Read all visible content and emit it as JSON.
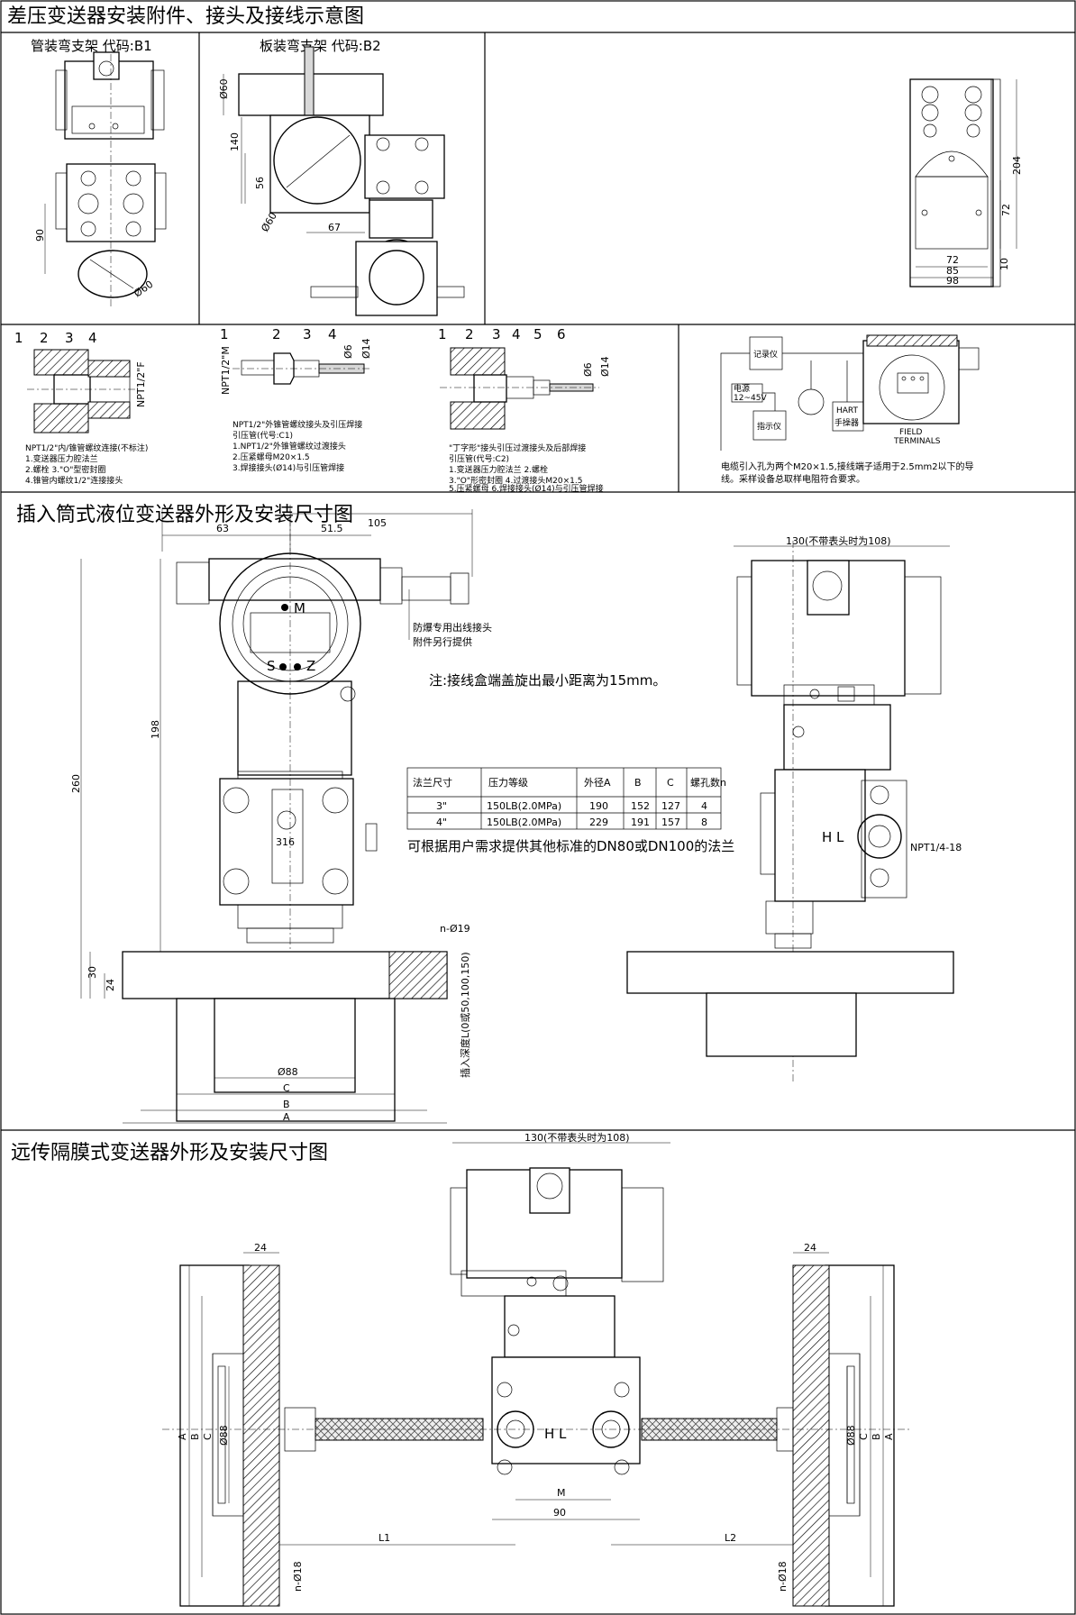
{
  "sections": {
    "accessories_title": "差压变送器安装附件、接头及接线示意图",
    "insert_title": "插入筒式液位变送器外形及安装尺寸图",
    "remote_title": "远传隔膜式变送器外形及安装尺寸图"
  },
  "brackets": {
    "pipe": "管装弯支架  代码:B1",
    "plate": "板装弯支架  代码:B2",
    "dims_b2": [
      "Ø60",
      "140",
      "56",
      "Ø60",
      "67"
    ],
    "dims_b1": [
      "90",
      "Ø60"
    ],
    "plate_dims": [
      "204",
      "72",
      "72",
      "85",
      "98",
      "10"
    ]
  },
  "fittings": {
    "a_numbers": [
      "1",
      "2",
      "3",
      "4"
    ],
    "a_thread": "NPT1/2\"F",
    "a_notes": [
      "NPT1/2\"内/锥管螺纹连接(不标注)",
      "1.变送器压力腔法兰",
      "2.螺栓       3.\"O\"型密封圈",
      "4.锥管内螺纹1/2\"连接接头"
    ],
    "b_numbers": [
      "1",
      "2",
      "3",
      "4"
    ],
    "b_thread": "NPT1/2\"M",
    "b_dims": [
      "Ø6",
      "Ø14"
    ],
    "b_notes": [
      "NPT1/2\"外锥管螺纹接头及引压焊接",
      "引压管(代号:C1)",
      "1.NPT1/2\"外锥管螺纹过渡接头",
      "2.压紧螺母M20×1.5",
      "3.焊接接头(Ø14)与引压管焊接"
    ],
    "c_numbers": [
      "1",
      "2",
      "3",
      "4",
      "5",
      "6"
    ],
    "c_dims": [
      "Ø6",
      "Ø14"
    ],
    "c_notes": [
      "\"丁字形\"接头引压过渡接头及后部焊接",
      "引压管(代号:C2)",
      "1.变送器压力腔法兰   2.螺栓",
      "3.\"O\"形密封圈   4.过渡接头M20×1.5",
      "5.压紧螺母   6.焊接接头(Ø14)与引压管焊接"
    ],
    "wiring_labels": {
      "recorder": "记录仪",
      "power_supply": "电源",
      "voltage": "12~45V",
      "indicator": "指示仪",
      "hart": "HART",
      "communicator": "手操器",
      "field": "FIELD",
      "terminals": "TERMINALS"
    },
    "wiring_note": "电缆引入孔为两个M20×1.5,接线端子适用于2.5mm2以下的导线。采样设备总取样电阻符合要求。"
  },
  "insert": {
    "dims_top": [
      "63",
      "51.5",
      "105"
    ],
    "dims_left": [
      "198",
      "260",
      "30",
      "24"
    ],
    "explosion_note": [
      "防爆专用出线接头",
      "附件另行提供"
    ],
    "display_symbols": [
      "M",
      "S",
      "Z"
    ],
    "marker": "316",
    "note": "注:接线盒端盖旋出最小距离为15mm。",
    "side_top_dim": "130(不带表头时为108)",
    "npt_label": "NPT1/4-18",
    "hl_label": "H  L",
    "flange_holes": "n-Ø19",
    "insert_len": "插入深度L(0或50,100,150)",
    "dim_letters": [
      "Ø88",
      "C",
      "B",
      "A"
    ],
    "table": {
      "headers": [
        "法兰尺寸",
        "压力等级",
        "外径A",
        "B",
        "C",
        "螺孔数n"
      ],
      "rows": [
        [
          "3\"",
          "150LB(2.0MPa)",
          "190",
          "152",
          "127",
          "4"
        ],
        [
          "4\"",
          "150LB(2.0MPa)",
          "229",
          "191",
          "157",
          "8"
        ]
      ]
    },
    "footnote": "可根据用户需求提供其他标准的DN80或DN100的法兰"
  },
  "remote": {
    "top_dim": "130(不带表头时为108)",
    "side_dim": "24",
    "letters_left": [
      "A",
      "B",
      "C",
      "Ø88"
    ],
    "letters_right": [
      "Ø88",
      "C",
      "B",
      "A"
    ],
    "bottom_dims": [
      "M",
      "90",
      "L1",
      "L2"
    ],
    "hl_label": "H L",
    "holes": "n-Ø18"
  }
}
